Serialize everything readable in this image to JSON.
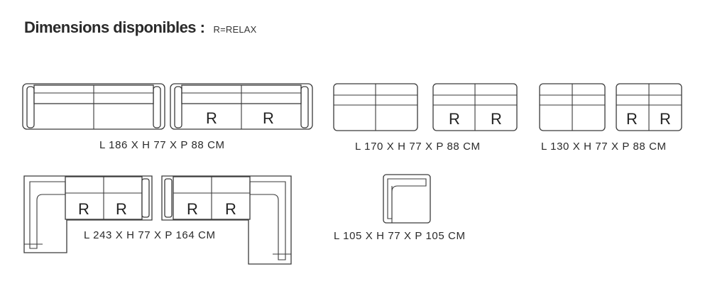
{
  "header": {
    "title": "Dimensions disponibles :",
    "legend": "R=RELAX"
  },
  "relax_mark": "R",
  "dimensions": [
    "L 186 X H 77 X P 88 CM",
    "L 170 X H 77 X P 88 CM",
    "L 130 X H 77 X P 88 CM",
    "L 243 X H 77 X P 164 CM",
    "L 105 X H 77 X P 105 CM"
  ]
}
